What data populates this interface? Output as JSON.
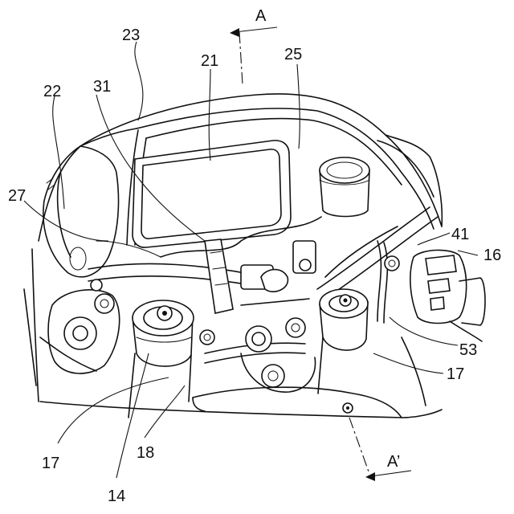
{
  "labels": {
    "l23": "23",
    "l21": "21",
    "l25": "25",
    "l22": "22",
    "l31": "31",
    "l27": "27",
    "l41": "41",
    "l16": "16",
    "l53": "53",
    "l17a": "17",
    "l17b": "17",
    "l18": "18",
    "l14": "14"
  },
  "section": {
    "top": "A",
    "bottom": "A’"
  }
}
